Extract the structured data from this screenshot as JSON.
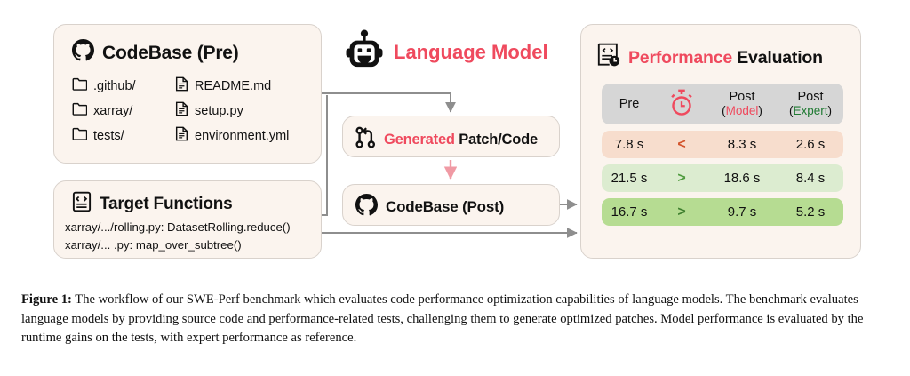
{
  "figure": {
    "codebase_pre": {
      "title": "CodeBase (Pre)",
      "icon": "github-icon",
      "folders": [
        ".github/",
        "xarray/",
        "tests/"
      ],
      "files": [
        "README.md",
        "setup.py",
        "environment.yml"
      ]
    },
    "target_functions": {
      "title": "Target Functions",
      "icon": "code-document-icon",
      "lines": [
        "xarray/.../rolling.py: DatasetRolling.reduce()",
        "xarray/... .py: map_over_subtree()"
      ]
    },
    "language_model": {
      "label": "Language Model",
      "icon": "robot-icon",
      "color": "#ef4a5e"
    },
    "generated_patch": {
      "label_accent": "Generated",
      "label_rest": "Patch/Code",
      "icon": "git-pull-request-icon"
    },
    "codebase_post": {
      "title": "CodeBase (Post)",
      "icon": "github-icon"
    },
    "performance_evaluation": {
      "title_accent": "Performance",
      "title_rest": "Evaluation",
      "icon": "code-clock-document-icon",
      "table": {
        "header": {
          "pre": "Pre",
          "timer_icon": "stopwatch-icon",
          "post_model_top": "Post",
          "post_model_bottom": "(Model)",
          "post_expert_top": "Post",
          "post_expert_bottom": "(Expert)"
        },
        "rows": [
          {
            "pre": "7.8 s",
            "cmp": "<",
            "post_model": "8.3 s",
            "post_expert": "2.6 s",
            "bg": "#f7ddcd",
            "cmp_color": "#d2522a"
          },
          {
            "pre": "21.5 s",
            "cmp": ">",
            "post_model": "18.6 s",
            "post_expert": "8.4 s",
            "bg": "#dcecd0",
            "cmp_color": "#4f9b3e"
          },
          {
            "pre": "16.7 s",
            "cmp": ">",
            "post_model": "9.7 s",
            "post_expert": "5.2 s",
            "bg": "#b6dc92",
            "cmp_color": "#3e7f2e"
          }
        ]
      }
    }
  },
  "caption": {
    "label": "Figure 1:",
    "text": " The workflow of our SWE-Perf benchmark which evaluates code performance optimization capabilities of language models. The benchmark evaluates language models by providing source code and performance-related tests, challenging them to generate optimized patches. Model performance is evaluated by the runtime gains on the tests, with expert performance as reference."
  }
}
